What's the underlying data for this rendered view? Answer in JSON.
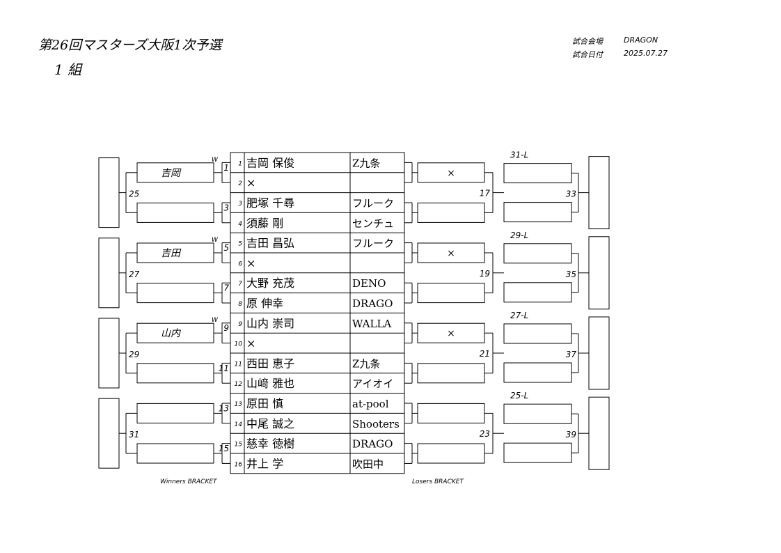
{
  "header": {
    "title": "第26回マスターズ大阪1次予選",
    "group": "1 組",
    "venue_label": "試合会場",
    "venue_value": "DRAGON",
    "date_label": "試合日付",
    "date_value": "2025.07.27"
  },
  "players": [
    {
      "seed": "1",
      "name": "吉岡 保俊",
      "team": "Z九条"
    },
    {
      "seed": "2",
      "name": "×",
      "team": ""
    },
    {
      "seed": "3",
      "name": "肥塚 千尋",
      "team": "フルーク"
    },
    {
      "seed": "4",
      "name": "須藤 剛",
      "team": "センチュ"
    },
    {
      "seed": "5",
      "name": "吉田 昌弘",
      "team": "フルーク"
    },
    {
      "seed": "6",
      "name": "×",
      "team": ""
    },
    {
      "seed": "7",
      "name": "大野 充茂",
      "team": "DENO"
    },
    {
      "seed": "8",
      "name": "原 伸幸",
      "team": "DRAGO"
    },
    {
      "seed": "9",
      "name": "山内 崇司",
      "team": "WALLA"
    },
    {
      "seed": "10",
      "name": "×",
      "team": ""
    },
    {
      "seed": "11",
      "name": "西田 恵子",
      "team": "Z九条"
    },
    {
      "seed": "12",
      "name": "山﨑 雅也",
      "team": "アイオイ"
    },
    {
      "seed": "13",
      "name": "原田 慎",
      "team": "at-pool"
    },
    {
      "seed": "14",
      "name": "中尾 誠之",
      "team": "Shooters"
    },
    {
      "seed": "15",
      "name": "慈幸 徳樹",
      "team": "DRAGO"
    },
    {
      "seed": "16",
      "name": "井上 学",
      "team": "吹田中"
    }
  ],
  "winners": {
    "label": "Winners BRACKET",
    "w_marker": "W",
    "match_numbers": [
      "1",
      "3",
      "5",
      "7",
      "9",
      "11",
      "13",
      "15"
    ],
    "r2_numbers": [
      "25",
      "27",
      "29",
      "31"
    ],
    "r1_results": [
      "吉岡",
      "",
      "吉田",
      "",
      "山内",
      "",
      "",
      ""
    ]
  },
  "losers": {
    "label": "Losers BRACKET",
    "r1_results": [
      "×",
      "",
      "×",
      "",
      "×",
      "",
      "",
      ""
    ],
    "r1_numbers": [
      "17",
      "19",
      "21",
      "23"
    ],
    "r2_numbers": [
      "33",
      "35",
      "37",
      "39"
    ],
    "incoming": [
      "31-L",
      "29-L",
      "27-L",
      "25-L"
    ]
  }
}
